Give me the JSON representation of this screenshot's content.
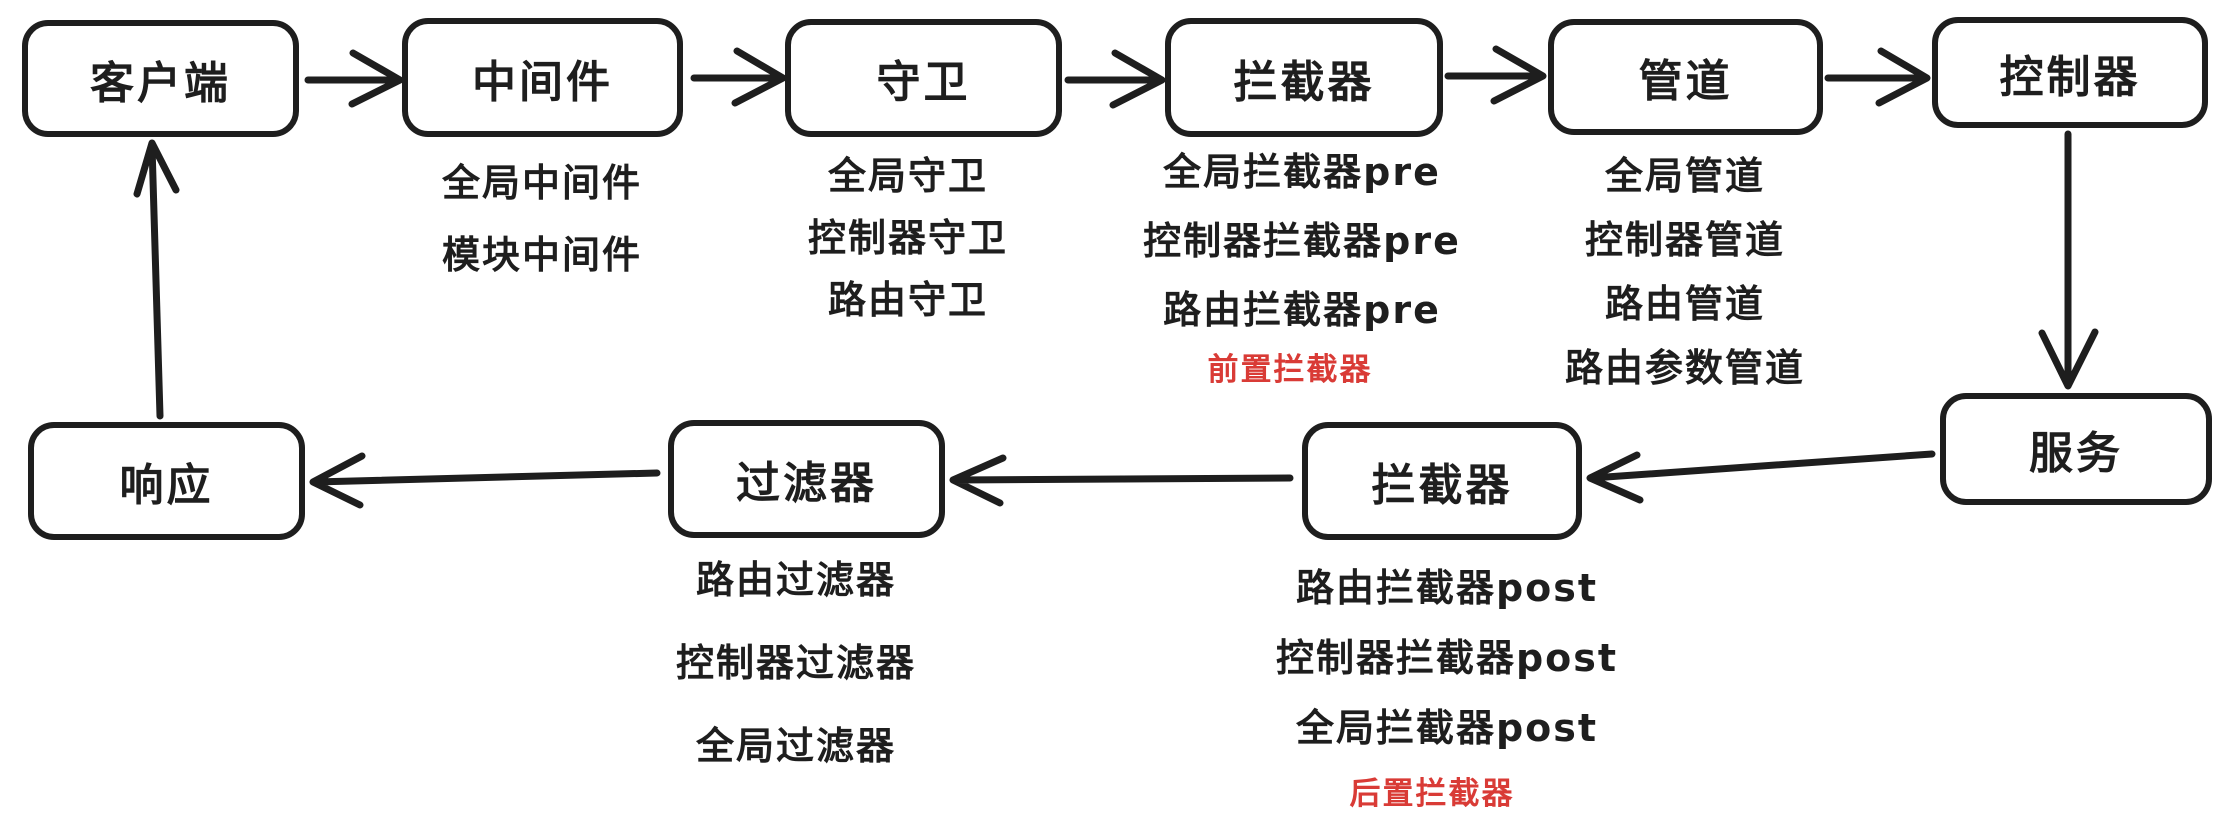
{
  "colors": {
    "ink": "#1e1e1e",
    "red": "#d93b36",
    "bg": "#ffffff"
  },
  "nodes": {
    "client": {
      "label": "客户端"
    },
    "middleware": {
      "label": "中间件",
      "sublabels": [
        "全局中间件",
        "模块中间件"
      ]
    },
    "guard": {
      "label": "守卫",
      "sublabels": [
        "全局守卫",
        "控制器守卫",
        "路由守卫"
      ]
    },
    "interceptor_pre": {
      "label": "拦截器",
      "sublabels": [
        "全局拦截器pre",
        "控制器拦截器pre",
        "路由拦截器pre"
      ],
      "note": "前置拦截器"
    },
    "pipe": {
      "label": "管道",
      "sublabels": [
        "全局管道",
        "控制器管道",
        "路由管道",
        "路由参数管道"
      ]
    },
    "controller": {
      "label": "控制器"
    },
    "service": {
      "label": "服务"
    },
    "interceptor_post": {
      "label": "拦截器",
      "sublabels": [
        "路由拦截器post",
        "控制器拦截器post",
        "全局拦截器post"
      ],
      "note": "后置拦截器"
    },
    "filter": {
      "label": "过滤器",
      "sublabels": [
        "路由过滤器",
        "控制器过滤器",
        "全局过滤器"
      ]
    },
    "response": {
      "label": "响应"
    }
  },
  "edges": [
    {
      "from": "client",
      "to": "middleware"
    },
    {
      "from": "middleware",
      "to": "guard"
    },
    {
      "from": "guard",
      "to": "interceptor_pre"
    },
    {
      "from": "interceptor_pre",
      "to": "pipe"
    },
    {
      "from": "pipe",
      "to": "controller"
    },
    {
      "from": "controller",
      "to": "service"
    },
    {
      "from": "service",
      "to": "interceptor_post"
    },
    {
      "from": "interceptor_post",
      "to": "filter"
    },
    {
      "from": "filter",
      "to": "response"
    },
    {
      "from": "response",
      "to": "client"
    }
  ]
}
